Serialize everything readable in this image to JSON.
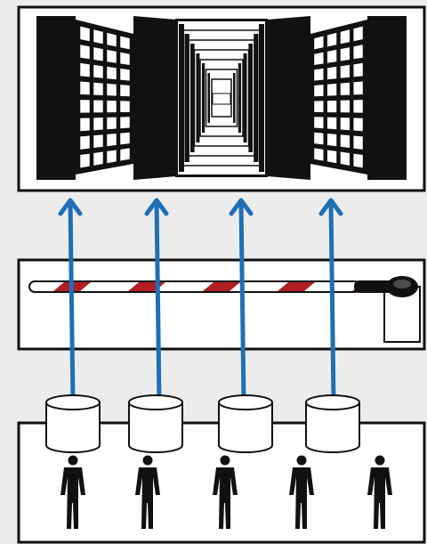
{
  "diagram": {
    "background": "#ececec",
    "panel_fill": "#ffffff",
    "stroke": "#111111",
    "arrow_color": "#1f6fb5",
    "barrier_stripe_red": "#b01e23",
    "cylinder_count": 4,
    "person_count": 5,
    "arrow_count": 4,
    "panels": [
      {
        "name": "data-center-panel",
        "content": "server-rack-corridor"
      },
      {
        "name": "barrier-panel",
        "content": "boom-gate"
      },
      {
        "name": "users-panel",
        "content": "users-with-data-stores"
      }
    ]
  }
}
